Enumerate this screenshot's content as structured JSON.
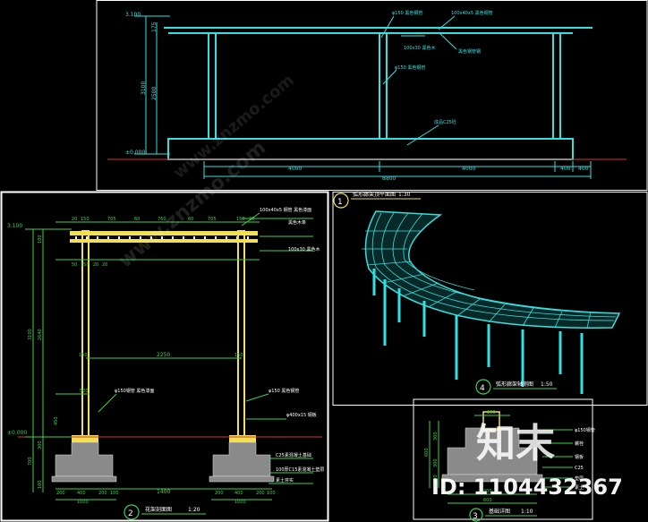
{
  "colors": {
    "background": "#000000",
    "frame": "#ffffff",
    "cyan": "#33e0e0",
    "yellow": "#f2e050",
    "green": "#3ad24a",
    "dimension": "#5de8b0",
    "concrete": "#8a8a8a",
    "red": "#e03030",
    "watermark": "#ffffff"
  },
  "elevation_top": {
    "level_top": "3.100",
    "level_zero": "±0.000",
    "dims_vertical": [
      "175",
      "2500",
      "3100"
    ],
    "dims_horizontal": [
      "4000",
      "4000",
      "400",
      "400"
    ],
    "dim_total": "8800",
    "notes": [
      "φ150 黑色钢管",
      "100x40x5 黑色钢管",
      "100x30 黑色木",
      "黑色钢管钢",
      "φ150 黑色钢管",
      "成品C25砼"
    ]
  },
  "section_2": {
    "number": "2",
    "title": "花架剖面图",
    "scale": "1:20",
    "level_top": "3.100",
    "level_zero": "±0.000",
    "dims_top": [
      "20",
      "150",
      "705",
      "60",
      "760",
      "60",
      "705",
      "150",
      "20"
    ],
    "dims_beam": [
      "50",
      "150",
      "20",
      "20"
    ],
    "dim_width": "2250",
    "dim_post_left": "150",
    "dim_post_right": "150",
    "dim_base": "1400",
    "dims_footing": [
      "200",
      "400",
      "200",
      "100",
      "200",
      "400",
      "200",
      "100"
    ],
    "dim_footing_left": "1000",
    "dim_footing_right": "1000",
    "dims_vertical": [
      "180",
      "3100",
      "2640",
      "450",
      "300",
      "700",
      "100"
    ],
    "dim_top_plate": "500",
    "notes": [
      "100x40x5 钢管  黑色漆面",
      "黑色木条",
      "100x30 黑色木",
      "φ150钢管 黑色漆面",
      "φ150 黑色钢管",
      "φ400x15 钢板",
      "C25素混凝土基础",
      "100厚C15素混凝土垫层",
      "素土夯实"
    ]
  },
  "plan_1": {
    "number": "1",
    "title": "弧形廊架顶平面图",
    "scale": "1:30"
  },
  "perspective_4": {
    "number": "4",
    "title": "弧形廊架轴测图",
    "scale": "1:50"
  },
  "detail_3": {
    "number": "3",
    "title": "基础详图",
    "scale": "1:10",
    "dims_vertical": [
      "300",
      "300",
      "600",
      "100"
    ],
    "dim_top": "200",
    "dims_bottom": [
      "400",
      "600"
    ],
    "notes": [
      "φ150钢管",
      "螺栓",
      "钢板",
      "C25",
      "垫层",
      "素土"
    ]
  },
  "watermark": {
    "logo_text": "知末",
    "site": "www.znzmo.com",
    "id_label": "ID: 1104432367"
  }
}
